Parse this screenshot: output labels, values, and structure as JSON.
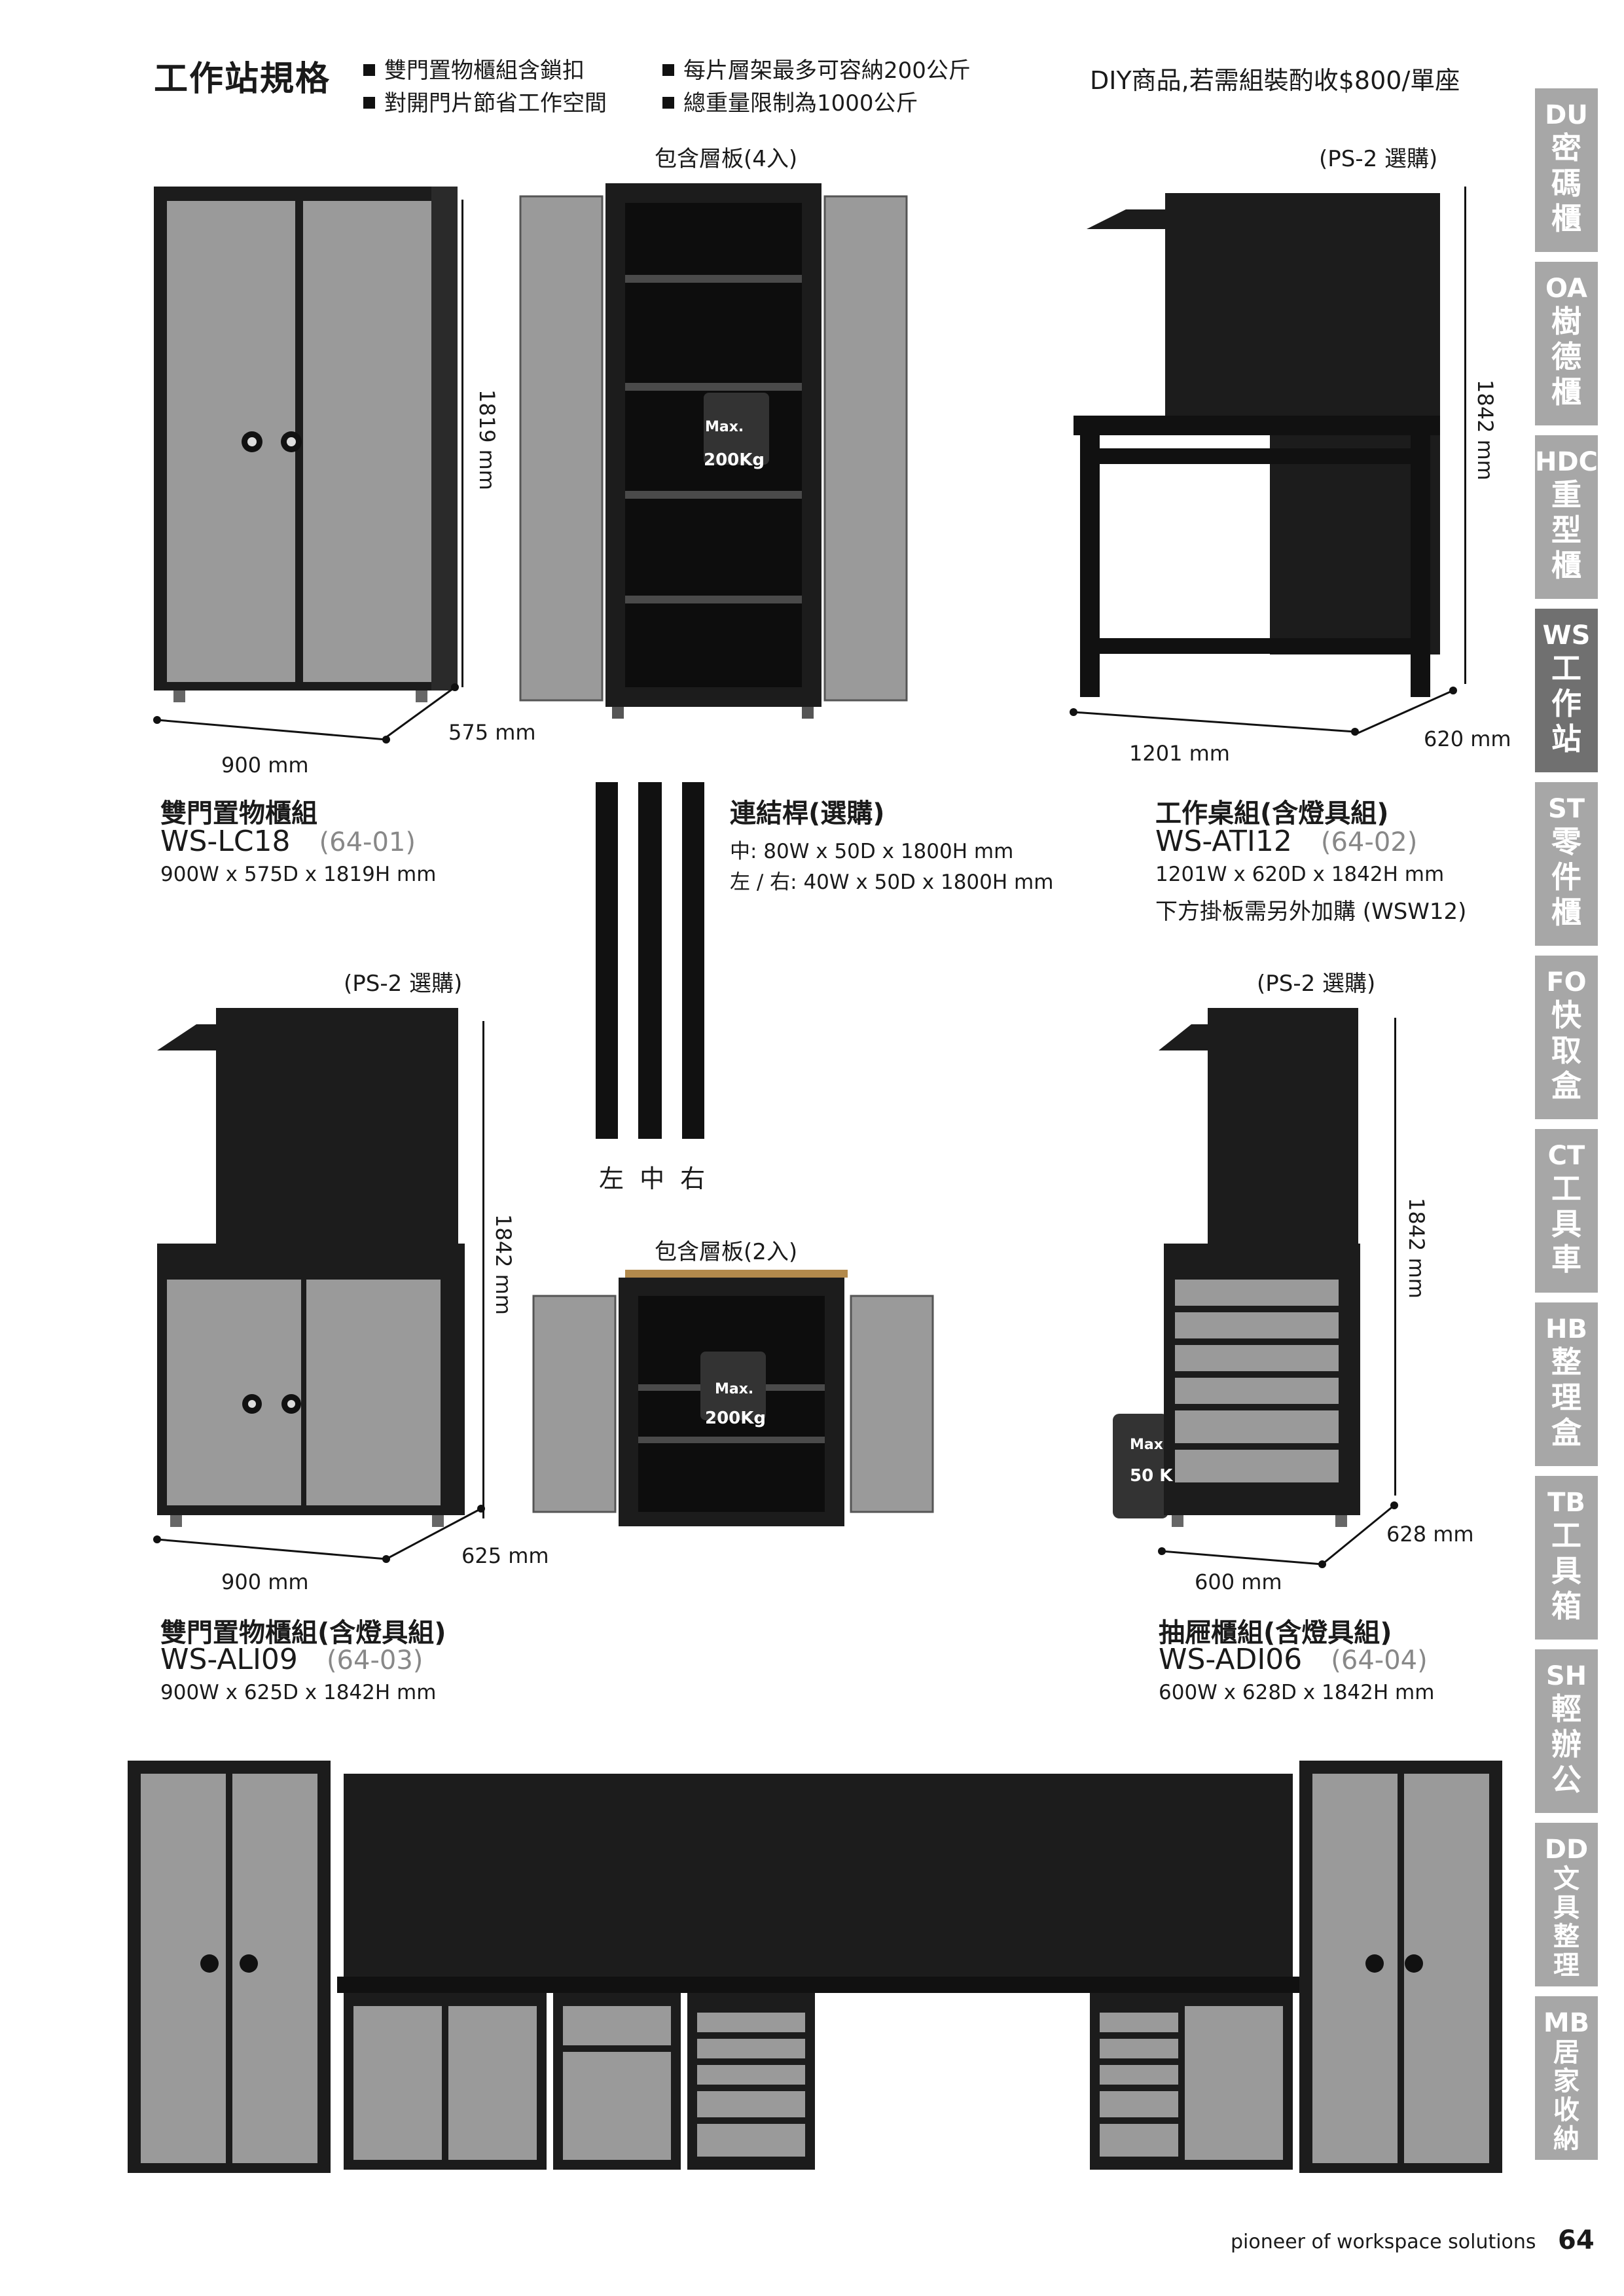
{
  "header": {
    "title": "工作站規格",
    "bullets": [
      "雙門置物櫃組含鎖扣",
      "對開門片節省工作空間",
      "每片層架最多可容納200公斤",
      "總重量限制為1000公斤"
    ],
    "diy_note": "DIY商品,若需組裝酌收$800/單座"
  },
  "notes": {
    "shelves_4": "包含層板(4入)",
    "shelves_2": "包含層板(2入)",
    "ps2_optional": "(PS-2 選購)",
    "max_label": "Max.",
    "max_weight": "200Kg",
    "max_label_cut": "Max",
    "max_weight_cut": "50 K",
    "rod_labels": "左 中 右"
  },
  "dimensions": {
    "lc18_w": "900 mm",
    "lc18_d": "575 mm",
    "lc18_h": "1819 mm",
    "ati12_w": "1201 mm",
    "ati12_d": "620 mm",
    "ati12_h": "1842 mm",
    "ali09_w": "900 mm",
    "ali09_d": "625 mm",
    "ali09_h": "1842 mm",
    "adi06_w": "600 mm",
    "adi06_d": "628 mm",
    "adi06_h": "1842 mm"
  },
  "products": {
    "lc18": {
      "name": "雙門置物櫃組",
      "model": "WS-LC18",
      "code": "(64-01)",
      "spec": "900W x 575D x 1819H mm"
    },
    "rod": {
      "name": "連結桿(選購)",
      "spec1": "中: 80W x 50D x 1800H mm",
      "spec2": "左 / 右: 40W x 50D x 1800H mm"
    },
    "ati12": {
      "name": "工作桌組(含燈具組)",
      "model": "WS-ATI12",
      "code": "(64-02)",
      "spec": "1201W x 620D x 1842H mm",
      "extra": "下方掛板需另外加購 (WSW12)"
    },
    "ali09": {
      "name": "雙門置物櫃組(含燈具組)",
      "model": "WS-ALI09",
      "code": "(64-03)",
      "spec": "900W x 625D x 1842H mm"
    },
    "adi06": {
      "name": "抽屜櫃組(含燈具組)",
      "model": "WS-ADI06",
      "code": "(64-04)",
      "spec": "600W x 628D x 1842H mm"
    }
  },
  "side_tabs": [
    {
      "code": "DU",
      "label": [
        "密",
        "碼",
        "櫃"
      ]
    },
    {
      "code": "OA",
      "label": [
        "樹",
        "德",
        "櫃"
      ]
    },
    {
      "code": "HDC",
      "label": [
        "重",
        "型",
        "櫃"
      ]
    },
    {
      "code": "WS",
      "label": [
        "工",
        "作",
        "站"
      ],
      "active": true
    },
    {
      "code": "ST",
      "label": [
        "零",
        "件",
        "櫃"
      ]
    },
    {
      "code": "FO",
      "label": [
        "快",
        "取",
        "盒"
      ]
    },
    {
      "code": "CT",
      "label": [
        "工",
        "具",
        "車"
      ]
    },
    {
      "code": "HB",
      "label": [
        "整",
        "理",
        "盒"
      ]
    },
    {
      "code": "TB",
      "label": [
        "工",
        "具",
        "箱"
      ]
    },
    {
      "code": "SH",
      "label": [
        "輕",
        "辦",
        "公"
      ]
    },
    {
      "code": "DD",
      "label": [
        "文",
        "具",
        "整",
        "理"
      ]
    },
    {
      "code": "MB",
      "label": [
        "居",
        "家",
        "收",
        "納"
      ]
    }
  ],
  "footer": {
    "tagline": "pioneer of workspace solutions",
    "page": "64"
  },
  "colors": {
    "cabinet_black": "#1c1c1c",
    "door_gray": "#9a9a9a",
    "tab_gray": "#a7a7a7",
    "tab_active": "#707070"
  }
}
